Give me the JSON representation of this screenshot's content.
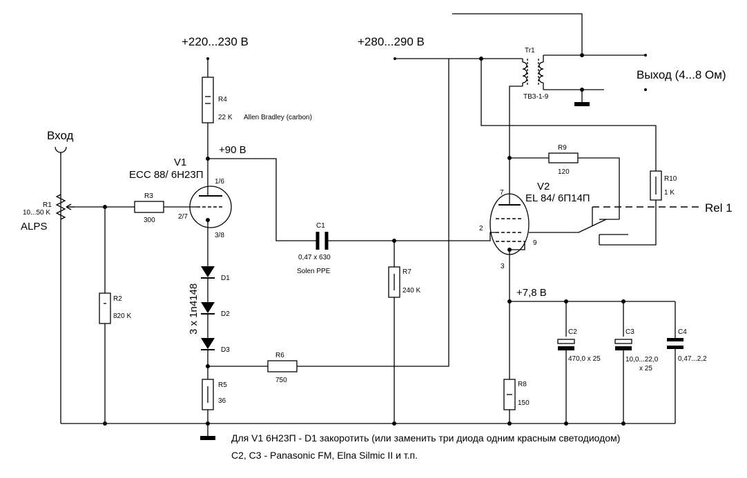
{
  "supplies": {
    "preamp": "+220...230 В",
    "output_stage": "+280...290 В"
  },
  "input": {
    "label": "Вход"
  },
  "output": {
    "label": "Выход (4...8 Ом)"
  },
  "relay": {
    "label": "Rel 1"
  },
  "node_voltages": {
    "v1_anode": "+90 В",
    "v2_cathode": "+7,8 В"
  },
  "tubes": {
    "v1": {
      "ref": "V1",
      "type": "ECC 88/ 6Н23П",
      "pin_anode": "1/6",
      "pin_grid": "2/7",
      "pin_cathode": "3/8"
    },
    "v2": {
      "ref": "V2",
      "type": "EL 84/ 6П14П",
      "pin_7": "7",
      "pin_2": "2",
      "pin_9": "9",
      "pin_3": "3"
    }
  },
  "transformer": {
    "ref": "Tr1",
    "type": "ТВЗ-1-9"
  },
  "resistors": {
    "r1": {
      "ref": "R1",
      "value": "10...50 K",
      "brand": "ALPS"
    },
    "r2": {
      "ref": "R2",
      "value": "820 K"
    },
    "r3": {
      "ref": "R3",
      "value": "300"
    },
    "r4": {
      "ref": "R4",
      "value": "22 K",
      "note": "Allen Bradley (carbon)"
    },
    "r5": {
      "ref": "R5",
      "value": "36"
    },
    "r6": {
      "ref": "R6",
      "value": "750"
    },
    "r7": {
      "ref": "R7",
      "value": "240 K"
    },
    "r8": {
      "ref": "R8",
      "value": "150"
    },
    "r9": {
      "ref": "R9",
      "value": "120"
    },
    "r10": {
      "ref": "R10",
      "value": "1 K"
    }
  },
  "capacitors": {
    "c1": {
      "ref": "C1",
      "value": "0,47 x 630",
      "note": "Solen PPE"
    },
    "c2": {
      "ref": "C2",
      "value": "470,0 x 25"
    },
    "c3": {
      "ref": "C3",
      "value_line1": "10,0...22,0",
      "value_line2": "x 25"
    },
    "c4": {
      "ref": "C4",
      "value": "0,47...2,2"
    }
  },
  "diodes": {
    "group_label": "3 x 1n4148",
    "d1": "D1",
    "d2": "D2",
    "d3": "D3"
  },
  "notes": [
    "Для V1 6Н23П - D1 закоротить (или заменить три диода одним красным светодиодом)",
    "C2, C3 - Panasonic FM, Elna Silmic II и т.п."
  ]
}
